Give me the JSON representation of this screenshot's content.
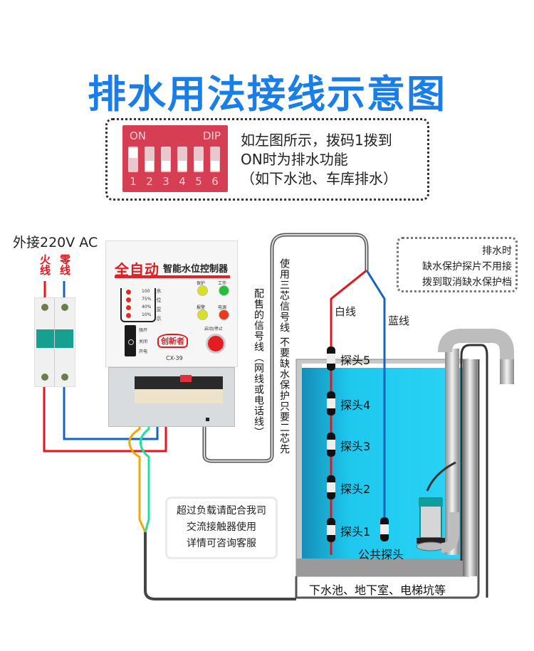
{
  "title": "排水用法接线示意图",
  "dip_info": {
    "switch_label_on": "ON",
    "switch_label_dip": "DIP",
    "switch_numbers": [
      "1",
      "2",
      "3",
      "4",
      "5",
      "6"
    ],
    "switch_states": [
      "on",
      "off",
      "off",
      "off",
      "off",
      "off"
    ],
    "text_lines": [
      "如左图所示，拨码1拨到",
      "ON时为排水功能",
      "（如下水池、车库排水）"
    ],
    "panel_color": "#d63e54"
  },
  "power": {
    "label": "外接220V AC",
    "live_label": "火线",
    "neutral_label": "零线",
    "live_color": "#e8131b",
    "neutral_color": "#1565c0"
  },
  "controller": {
    "brand_main": "全自动",
    "brand_sub": "智能水位控制器",
    "model": "CX-39",
    "logo_text": "创新者",
    "level_marks": [
      "100",
      "75%",
      "40%",
      "10%"
    ],
    "level_side_label": "水位显示",
    "indicators": [
      {
        "label": "保护",
        "color": "#d9e021"
      },
      {
        "label": "工作",
        "color": "#22c03a"
      },
      {
        "label": "报警",
        "color": "#d9e021"
      },
      {
        "label": "电源",
        "color": "#e8391b"
      }
    ],
    "switch_labels": [
      "强开",
      "关闭",
      "开电"
    ],
    "start_stop_label": "启动/停止",
    "start_stop_color": "#e51d23"
  },
  "cables": {
    "supplied_cable_note": "配售的信号线（网线或电话线）",
    "three_core_note": "使用三芯信号线 不要缺水保护只要二芯先",
    "white_wire_label": "白线",
    "blue_wire_label": "蓝线",
    "pump_wire_colors": {
      "yellow": "#f5a800",
      "green": "#1fe0a0"
    }
  },
  "drain_note": [
    "排水时",
    "缺水保护探片不用接",
    "拨到取消缺水保护档"
  ],
  "probes": [
    "探头5",
    "探头4",
    "探头3",
    "探头2",
    "探头1"
  ],
  "common_probe": "公共探头",
  "overload_note": [
    "超过负载请配合我司",
    "交流接触器使用",
    "详情可咨询客服"
  ],
  "pool_caption": "下水池、地下室、电梯坑等",
  "water_color": "#1ec8ee"
}
